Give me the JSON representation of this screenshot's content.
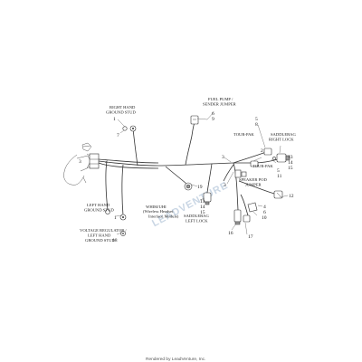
{
  "diagram": {
    "callouts": {
      "right_hand_ground_stud": "RIGHT HAND\nGROUND STUD",
      "fuel_pump_sender_jumper": "FUEL PUMP /\nSENDER JUMPER",
      "tour_pak_upper": "TOUR-PAK",
      "saddlebag_right_lock": "SADDLEBAG\nRIGHT LOCK",
      "tour_pak_lower": "TOUR-PAK",
      "speaker_pod_jumper": "SPEAKER POD\nJUMPER",
      "whim_uhi": "WHIM/UHI\n(Wireless Headset\nInterface Module)",
      "left_hand_ground_stud": "LEFT HAND\nGROUND STUD",
      "saddlebag_left_lock": "SADDLEBAG\nLEFT LOCK",
      "voltage_regulator_ground": "VOLTAGE REGULATOR /\nLEFT HAND\nGROUND STUD"
    },
    "part_numbers": {
      "n1_top": "1",
      "n7": "7",
      "n6": "6",
      "n9": "9",
      "n5": "5",
      "n8": "8",
      "n3_left": "3",
      "n3_right": "3",
      "n3_mid": "3",
      "n2": "2",
      "n13_top": "13",
      "n14_top": "14",
      "n15_top": "15",
      "n3_lower": "3",
      "n5_lower": "5",
      "n11": "11",
      "n19": "19",
      "n12": "12",
      "n13_mid": "13",
      "n14_mid": "14",
      "n15_mid": "15",
      "n4": "4",
      "n6_lower": "6",
      "n10": "10",
      "n1_bottom": "1",
      "n16": "16",
      "n17": "17",
      "n18": "18"
    },
    "watermark": "LEADVENTURE",
    "footer": "Rendered by LeadVenture, Inc."
  }
}
